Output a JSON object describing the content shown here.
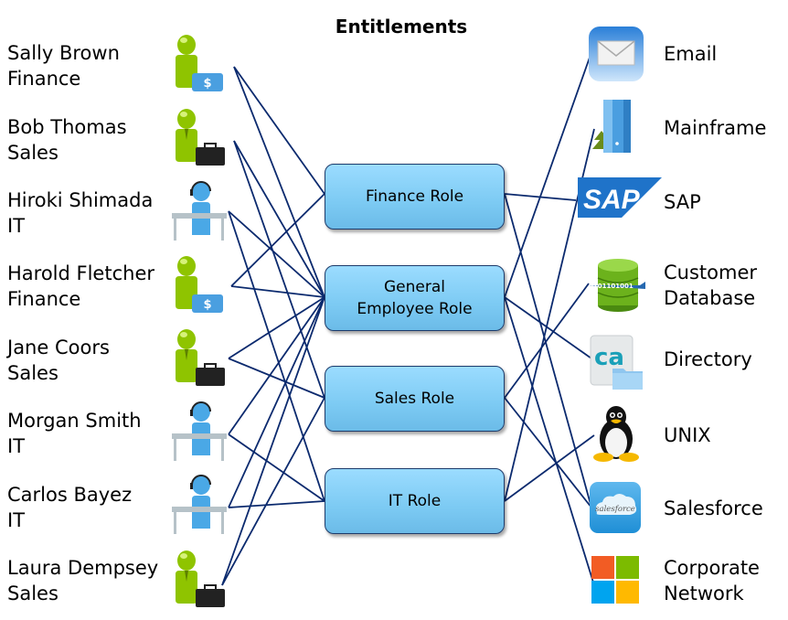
{
  "title": "Entitlements",
  "colors": {
    "connector": "#0b2a6e",
    "role_fill": "#7ccaf3",
    "role_border": "#1d3b6a",
    "person_green": "#8fc400",
    "person_blue": "#4aa8e6"
  },
  "users": [
    {
      "name": "Sally Brown",
      "dept": "Finance",
      "icon": "finance-person-icon"
    },
    {
      "name": "Bob Thomas",
      "dept": "Sales",
      "icon": "sales-person-icon"
    },
    {
      "name": "Hiroki Shimada",
      "dept": "IT",
      "icon": "it-person-icon"
    },
    {
      "name": "Harold Fletcher",
      "dept": "Finance",
      "icon": "finance-person-icon"
    },
    {
      "name": "Jane Coors",
      "dept": "Sales",
      "icon": "sales-person-icon"
    },
    {
      "name": "Morgan Smith",
      "dept": "IT",
      "icon": "it-person-icon"
    },
    {
      "name": "Carlos Bayez",
      "dept": "IT",
      "icon": "it-person-icon"
    },
    {
      "name": "Laura Dempsey",
      "dept": "Sales",
      "icon": "sales-person-icon"
    }
  ],
  "roles": [
    {
      "label": "Finance Role"
    },
    {
      "label": "General\nEmployee  Role"
    },
    {
      "label": "Sales Role"
    },
    {
      "label": "IT Role"
    }
  ],
  "systems": [
    {
      "label": "Email",
      "icon": "email-icon"
    },
    {
      "label": "Mainframe",
      "icon": "mainframe-server-icon"
    },
    {
      "label": "SAP",
      "icon": "sap-logo-icon"
    },
    {
      "label": "Customer\nDatabase",
      "icon": "database-icon"
    },
    {
      "label": "Directory",
      "icon": "ca-directory-icon"
    },
    {
      "label": "UNIX",
      "icon": "tux-penguin-icon"
    },
    {
      "label": "Salesforce",
      "icon": "salesforce-cloud-icon"
    },
    {
      "label": "Corporate\nNetwork",
      "icon": "windows-logo-icon"
    }
  ],
  "user_role_links": [
    {
      "user": "Sally Brown",
      "role": "Finance Role"
    },
    {
      "user": "Sally Brown",
      "role": "General Employee Role"
    },
    {
      "user": "Bob Thomas",
      "role": "General Employee Role"
    },
    {
      "user": "Bob Thomas",
      "role": "Sales Role"
    },
    {
      "user": "Hiroki Shimada",
      "role": "General Employee Role"
    },
    {
      "user": "Hiroki Shimada",
      "role": "IT Role"
    },
    {
      "user": "Harold Fletcher",
      "role": "Finance Role"
    },
    {
      "user": "Harold Fletcher",
      "role": "General Employee Role"
    },
    {
      "user": "Jane Coors",
      "role": "General Employee Role"
    },
    {
      "user": "Jane Coors",
      "role": "Sales Role"
    },
    {
      "user": "Morgan Smith",
      "role": "General Employee Role"
    },
    {
      "user": "Morgan Smith",
      "role": "IT Role"
    },
    {
      "user": "Carlos Bayez",
      "role": "General Employee Role"
    },
    {
      "user": "Carlos Bayez",
      "role": "IT Role"
    },
    {
      "user": "Laura Dempsey",
      "role": "General Employee Role"
    },
    {
      "user": "Laura Dempsey",
      "role": "Sales Role"
    }
  ],
  "role_system_links": [
    {
      "role": "Finance Role",
      "system": "SAP"
    },
    {
      "role": "Finance Role",
      "system": "Salesforce"
    },
    {
      "role": "General Employee Role",
      "system": "Email"
    },
    {
      "role": "General Employee Role",
      "system": "Directory"
    },
    {
      "role": "General Employee Role",
      "system": "Corporate Network"
    },
    {
      "role": "Sales Role",
      "system": "Customer Database"
    },
    {
      "role": "Sales Role",
      "system": "Salesforce"
    },
    {
      "role": "IT Role",
      "system": "Mainframe"
    },
    {
      "role": "IT Role",
      "system": "UNIX"
    }
  ]
}
